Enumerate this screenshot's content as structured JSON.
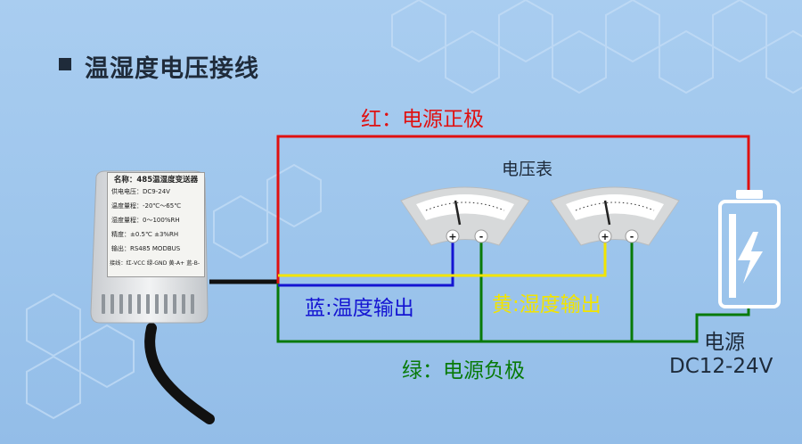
{
  "title": "温湿度电压接线",
  "labels": {
    "red": "红：电源正极",
    "meter": "电压表",
    "blue": "蓝:温度输出",
    "yellow": "黄:湿度输出",
    "green": "绿：电源负极",
    "psu": "电源",
    "dc": "DC12-24V"
  },
  "device": {
    "name": "名称：485温湿度变送器",
    "lines": [
      "供电电压：DC9-24V",
      "温度量程：-20℃～65℃",
      "湿度量程：0～100%RH",
      "精度：±0.5℃ ±3%RH",
      "输出：RS485  MODBUS",
      "接线：红-VCC 绿-GND 黄-A+ 蓝-B-"
    ]
  },
  "meter_terminals": [
    "+",
    "-"
  ],
  "colors": {
    "red": "#e01010",
    "blue": "#1414d2",
    "yellow": "#f2e400",
    "green": "#087a08",
    "black": "#111111"
  }
}
